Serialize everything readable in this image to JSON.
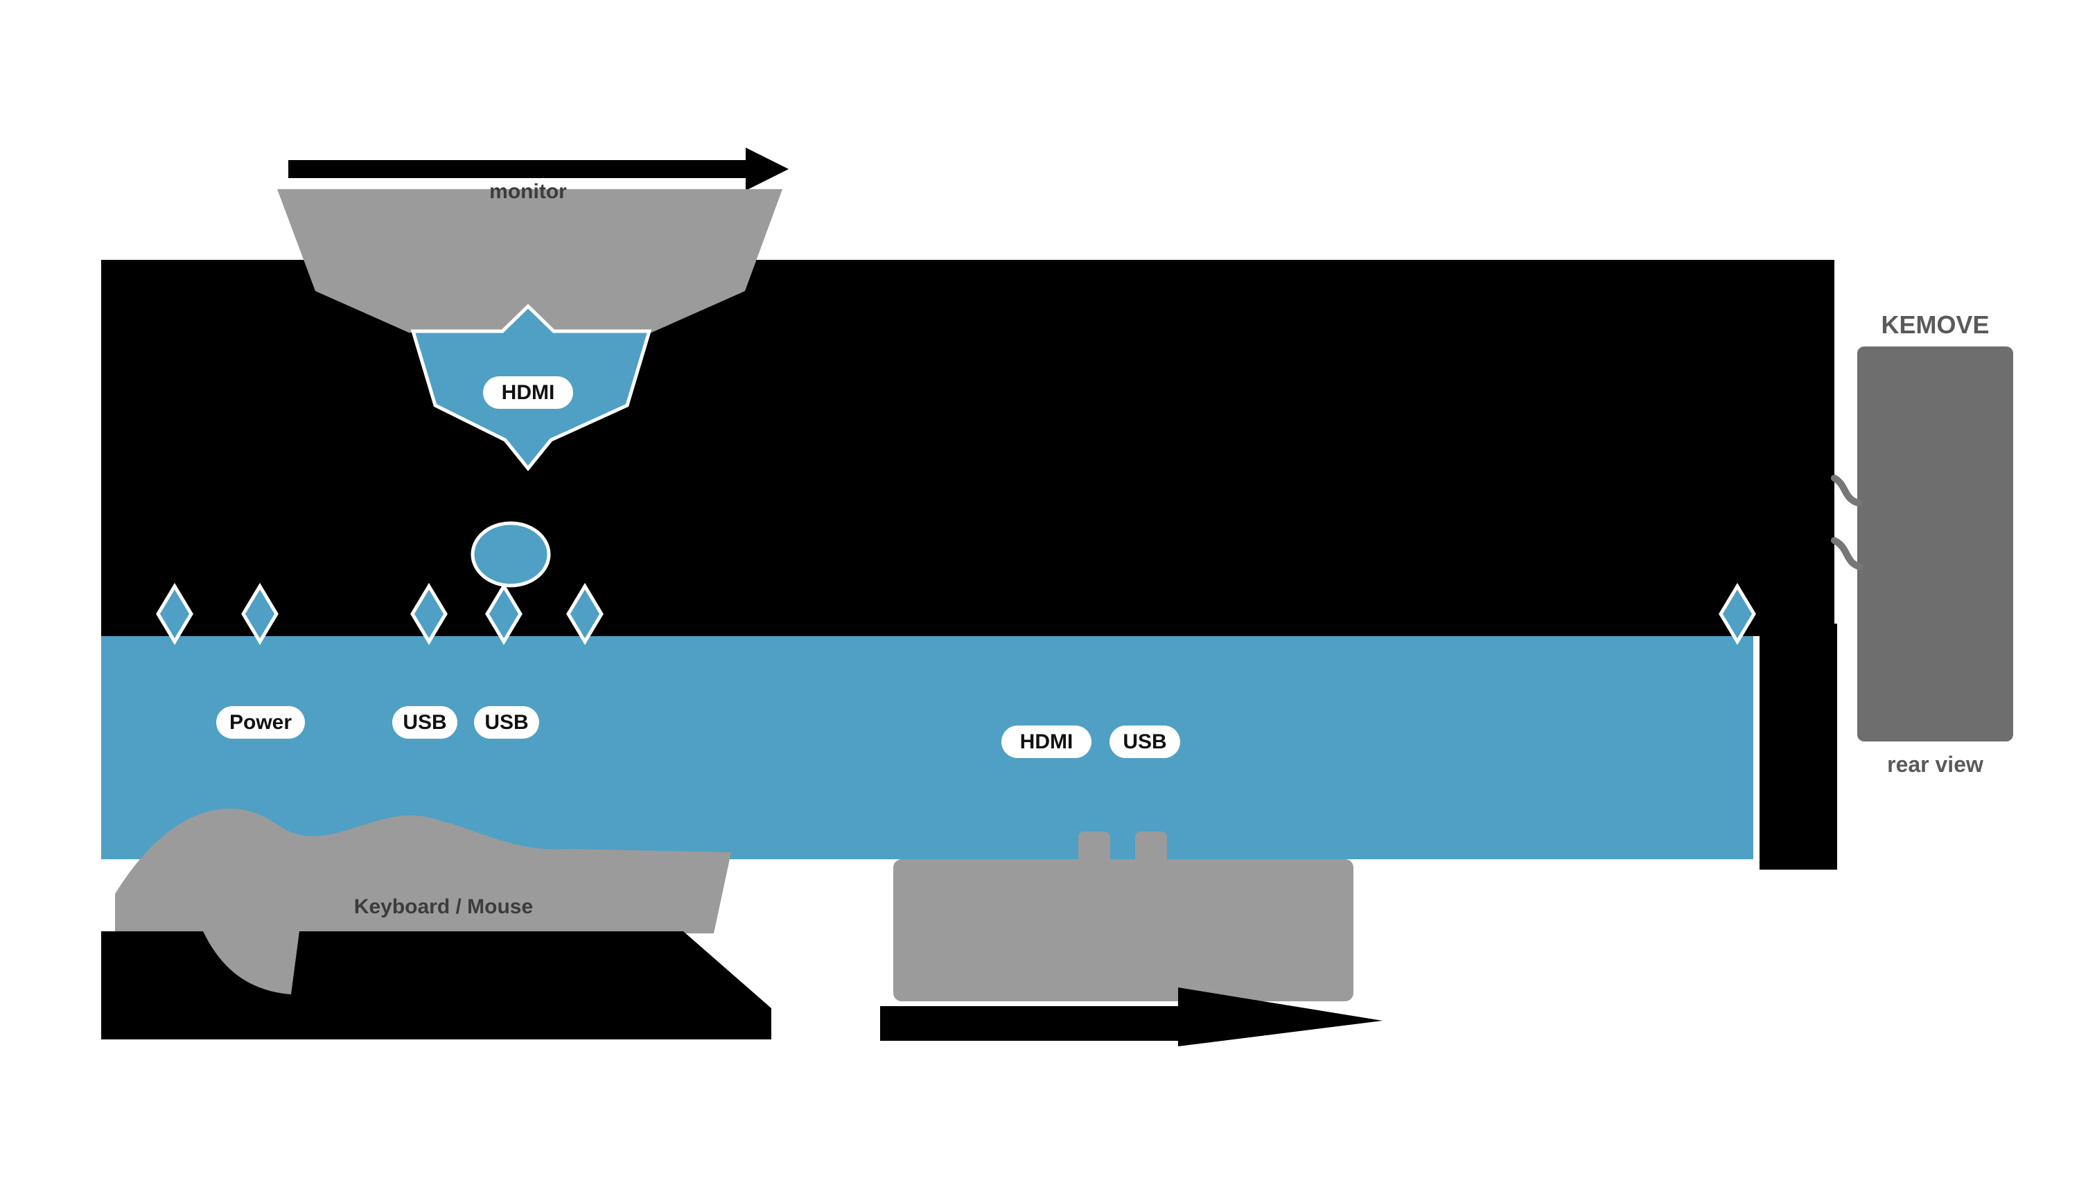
{
  "diagram": {
    "title": "device connection diagram",
    "labels": {
      "monitor": "monitor",
      "hdmi_top": "HDMI",
      "power": "Power",
      "usb_left_1": "USB",
      "usb_left_2": "USB",
      "hdmi_bottom": "HDMI",
      "usb_bottom": "USB",
      "keyboard_mouse": "Keyboard / Mouse",
      "device_caption_top": "KEMOVE",
      "device_caption_bottom": "rear view"
    },
    "colors": {
      "accent_blue": "#4FA0C4",
      "shape_gray": "#9B9B9B",
      "device_dark_gray": "#6E6E6E",
      "shape_black": "#000000",
      "pill_background": "#FFFFFF",
      "pill_text": "#111111"
    }
  }
}
